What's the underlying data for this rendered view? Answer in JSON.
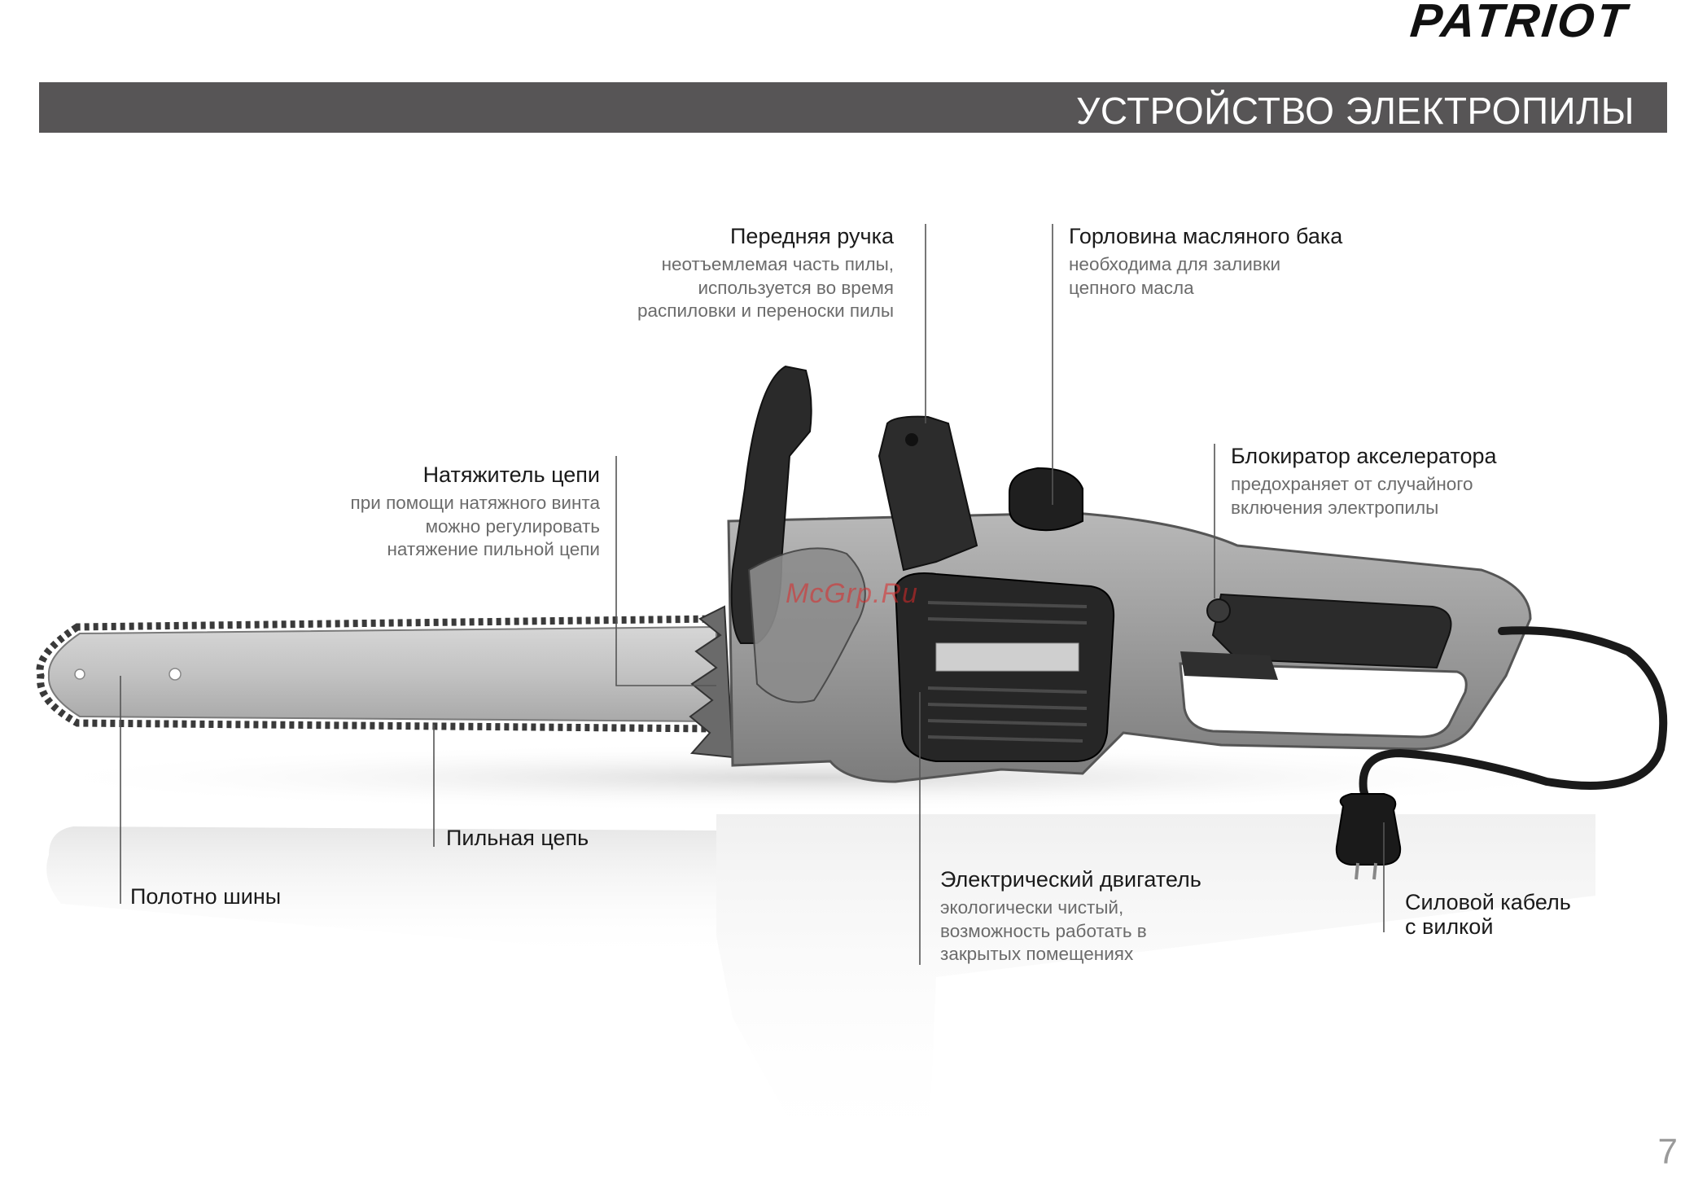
{
  "brand": {
    "logo_text": "PATRIOT"
  },
  "header": {
    "title": "УСТРОЙСТВО ЭЛЕКТРОПИЛЫ"
  },
  "watermark": "McGrp.Ru",
  "callouts": {
    "front_handle": {
      "heading": "Передняя ручка",
      "desc": [
        "неотъемлемая часть пилы,",
        "используется во время",
        "распиловки и переноски пилы"
      ]
    },
    "oil_tank_neck": {
      "heading": "Горловина масляного бака",
      "desc": [
        "необходима для заливки",
        "цепного масла"
      ]
    },
    "chain_tensioner": {
      "heading": "Натяжитель цепи",
      "desc": [
        "при помощи натяжного винта",
        "можно регулировать",
        "натяжение пильной цепи"
      ]
    },
    "throttle_lock": {
      "heading": "Блокиратор акселератора",
      "desc": [
        "предохраняет от случайного",
        "включения электропилы"
      ]
    },
    "saw_chain": {
      "heading": "Пильная цепь"
    },
    "guide_bar": {
      "heading": "Полотно шины"
    },
    "electric_motor": {
      "heading": "Электрический двигатель",
      "desc": [
        "экологически чистый,",
        "возможность работать в",
        "закрытых помещениях"
      ]
    },
    "power_cable": {
      "heading": [
        "Силовой кабель",
        "с вилкой"
      ]
    }
  },
  "page": {
    "number": "7"
  },
  "colors": {
    "title_bar": "#575556",
    "heading_text": "#1a1a1a",
    "desc_text": "#6b6b6b",
    "leader_line": "#555555"
  }
}
